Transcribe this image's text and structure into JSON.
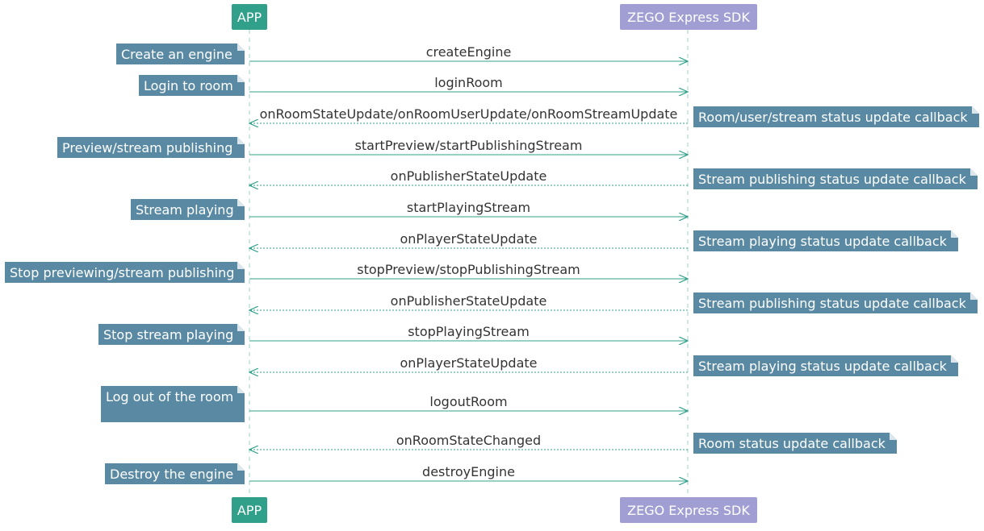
{
  "participants": {
    "app": {
      "label": "APP",
      "color": "#30a08a"
    },
    "sdk": {
      "label": "ZEGO Express SDK",
      "color": "#a09ed2"
    }
  },
  "colors": {
    "arrow": "#30a08a",
    "lifeline": "#9cd0c4",
    "note_fill": "#5a8aa3",
    "note_fold": "#dbe6ed",
    "text": "#333333"
  },
  "messages": [
    {
      "label": "createEngine",
      "direction": "request",
      "note": {
        "text": "Create an engine",
        "side": "left"
      }
    },
    {
      "label": "loginRoom",
      "direction": "request",
      "note": {
        "text": "Login to room",
        "side": "left"
      }
    },
    {
      "label": "onRoomStateUpdate/onRoomUserUpdate/onRoomStreamUpdate",
      "direction": "callback",
      "note": {
        "text": "Room/user/stream status update callback",
        "side": "right"
      }
    },
    {
      "label": "startPreview/startPublishingStream",
      "direction": "request",
      "note": {
        "text": "Preview/stream publishing",
        "side": "left"
      }
    },
    {
      "label": "onPublisherStateUpdate",
      "direction": "callback",
      "note": {
        "text": "Stream publishing status update callback",
        "side": "right"
      }
    },
    {
      "label": "startPlayingStream",
      "direction": "request",
      "note": {
        "text": "Stream playing",
        "side": "left"
      }
    },
    {
      "label": "onPlayerStateUpdate",
      "direction": "callback",
      "note": {
        "text": "Stream playing status update callback",
        "side": "right"
      }
    },
    {
      "label": "stopPreview/stopPublishingStream",
      "direction": "request",
      "note": {
        "text": "Stop previewing/stream publishing",
        "side": "left"
      }
    },
    {
      "label": "onPublisherStateUpdate",
      "direction": "callback",
      "note": {
        "text": "Stream publishing status update callback",
        "side": "right"
      }
    },
    {
      "label": "stopPlayingStream",
      "direction": "request",
      "note": {
        "text": "Stop stream playing",
        "side": "left"
      }
    },
    {
      "label": "onPlayerStateUpdate",
      "direction": "callback",
      "note": {
        "text": "Stream playing status update callback",
        "side": "right"
      }
    },
    {
      "label": "logoutRoom",
      "direction": "request",
      "note": {
        "text": "Log out of the room",
        "side": "left"
      }
    },
    {
      "label": "onRoomStateChanged",
      "direction": "callback",
      "note": {
        "text": "Room status update callback",
        "side": "right"
      }
    },
    {
      "label": "destroyEngine",
      "direction": "request",
      "note": {
        "text": "Destroy the engine",
        "side": "left"
      }
    }
  ]
}
